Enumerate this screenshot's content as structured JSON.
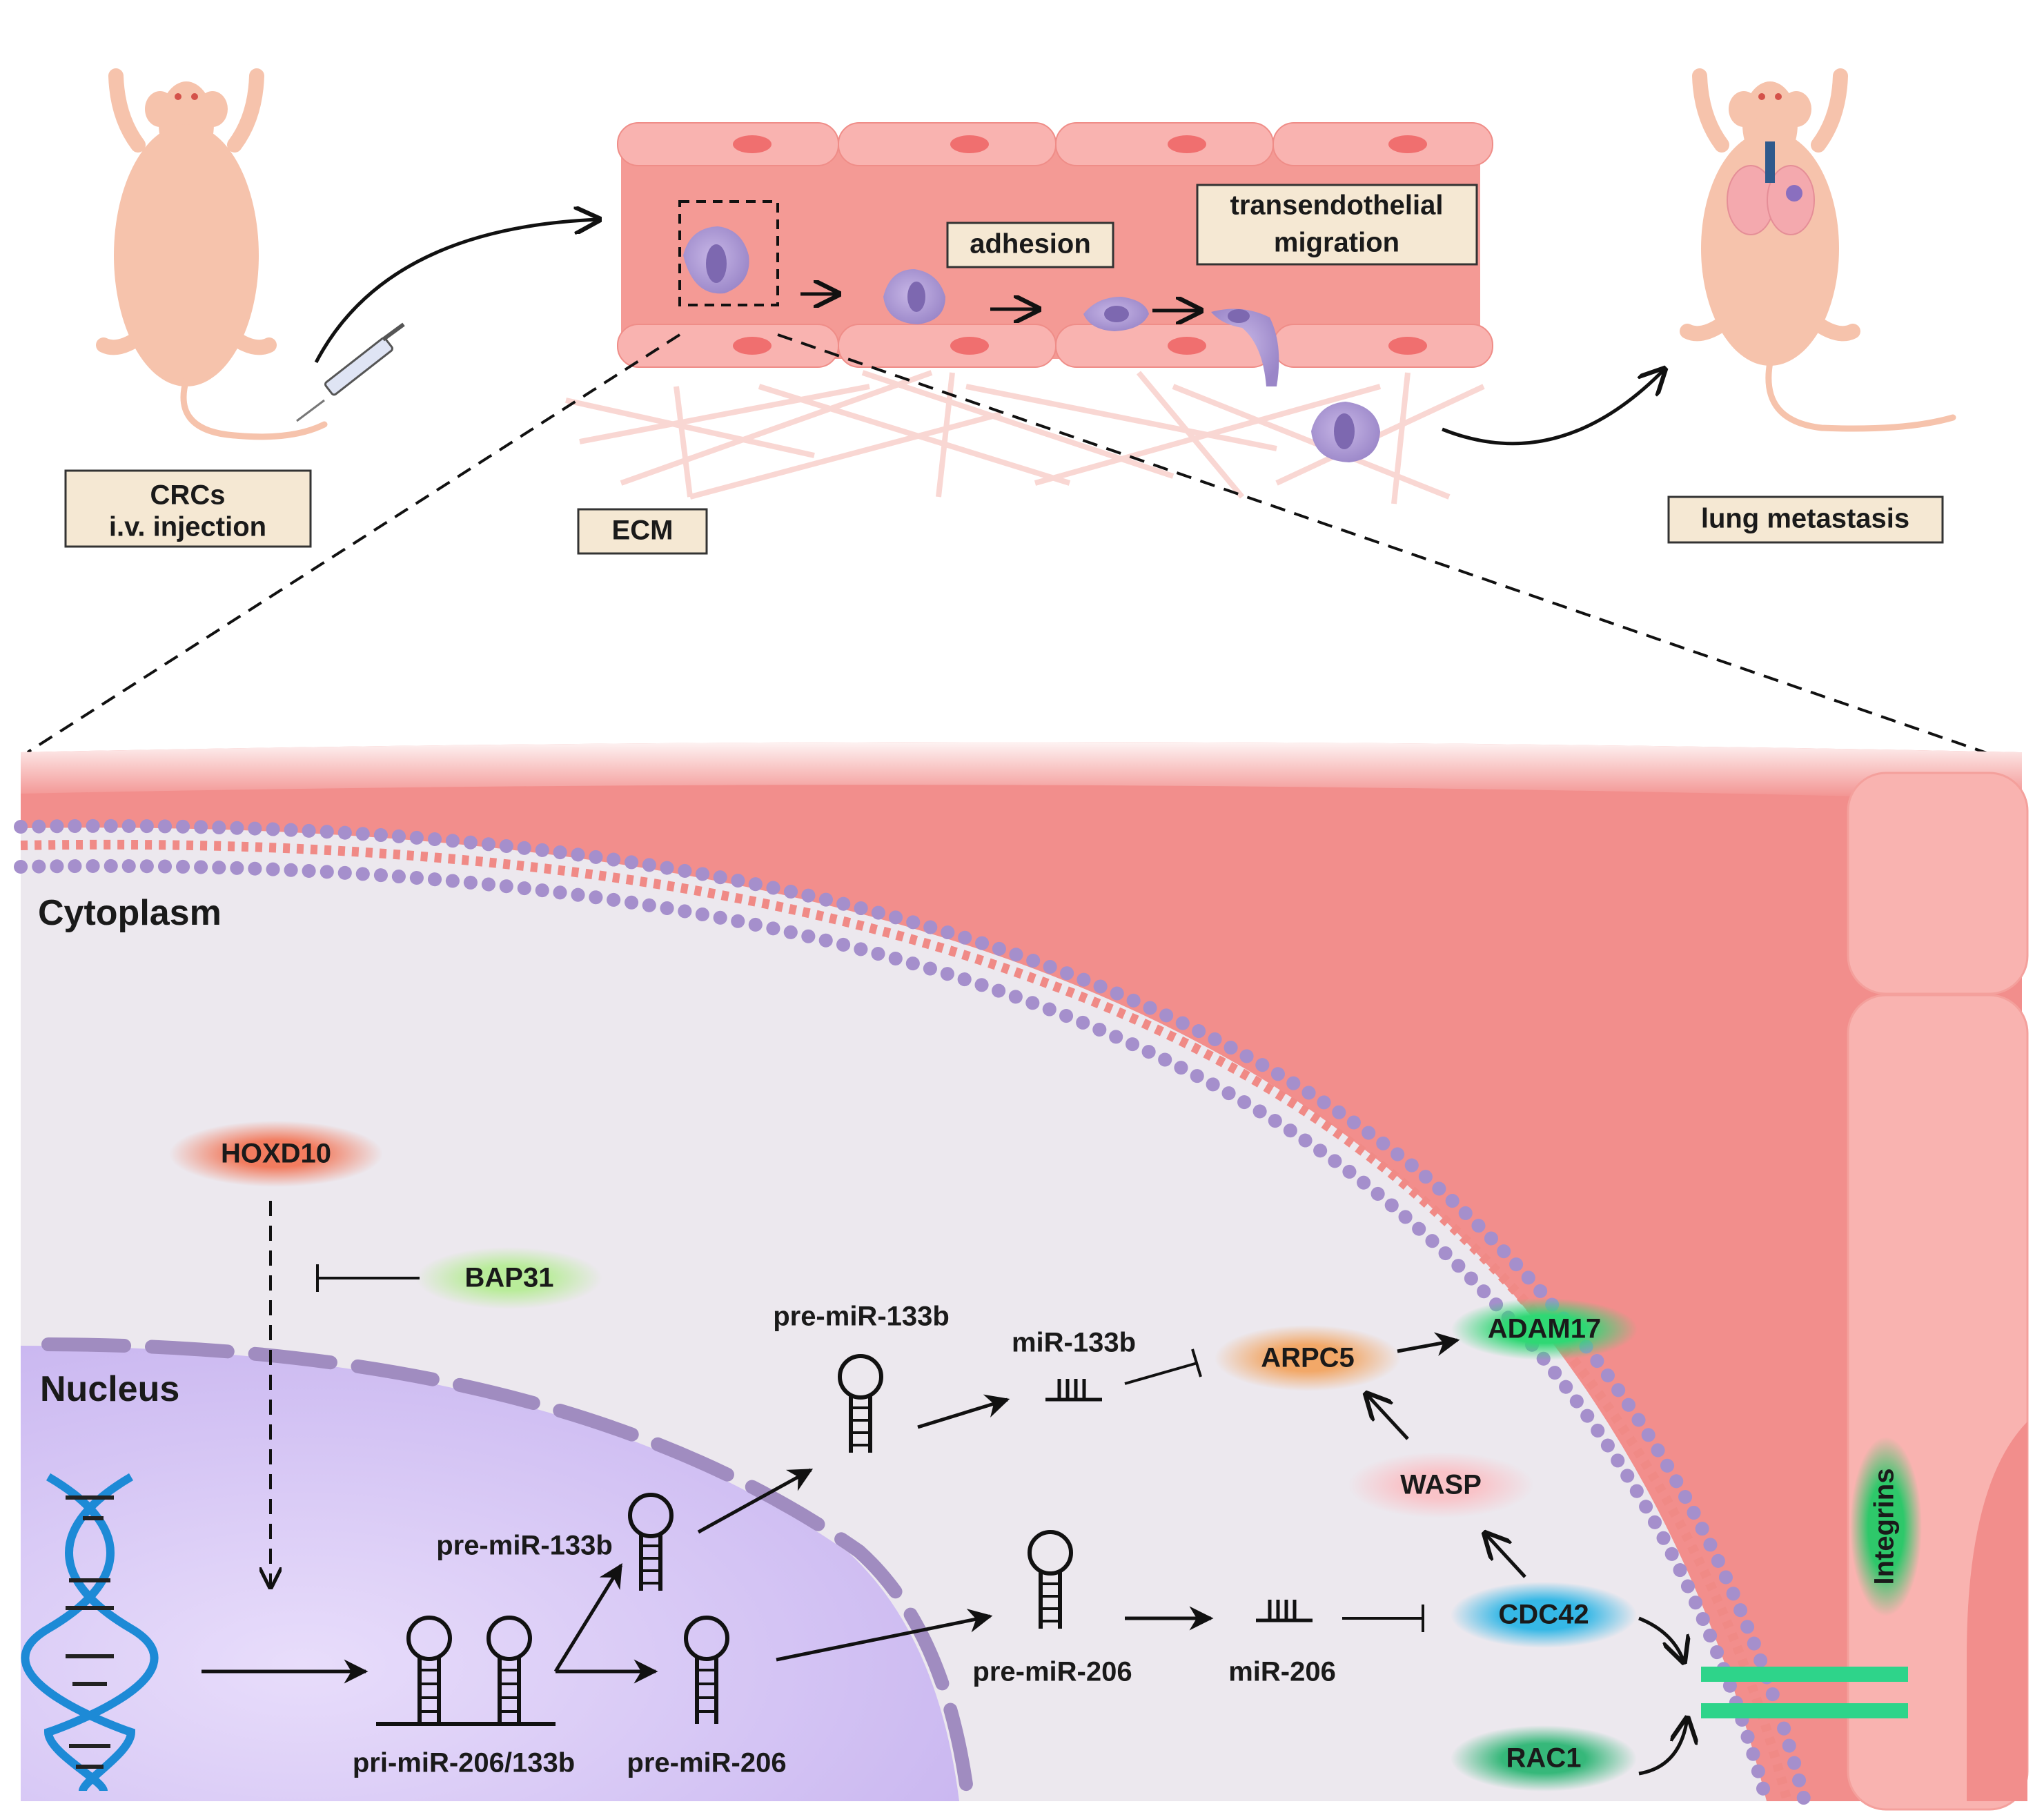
{
  "top_panel": {
    "injection_label_line1": "CRCs",
    "injection_label_line2": "i.v. injection",
    "adhesion_label": "adhesion",
    "transmigration_line1": "transendothelial",
    "transmigration_line2": "migration",
    "ecm_label": "ECM",
    "lung_label": "lung metastasis"
  },
  "cell_panel": {
    "cytoplasm_label": "Cytoplasm",
    "nucleus_label": "Nucleus",
    "integrins_label": "Integrins"
  },
  "nodes": {
    "hoxd10": "HOXD10",
    "bap31": "BAP31",
    "arpc5": "ARPC5",
    "adam17": "ADAM17",
    "wasp": "WASP",
    "cdc42": "CDC42",
    "rac1": "RAC1"
  },
  "rna": {
    "pri": "pri-miR-206/133b",
    "pre206_nuc": "pre-miR-206",
    "pre133b_nuc": "pre-miR-133b",
    "pre133b_cyto": "pre-miR-133b",
    "pre206_cyto": "pre-miR-206",
    "mir133b": "miR-133b",
    "mir206": "miR-206"
  },
  "colors": {
    "vessel": "#f28e8c",
    "vessel_wall": "#f9b3b0",
    "cytoplasm": "#ece8ee",
    "nucleus": "#c9b6f0",
    "membrane_bead": "#a58fcc",
    "membrane_stripe": "#f08a86",
    "label_box": "#f5e8d3",
    "hoxd10": "#f27c5f",
    "bap31": "#b9ec9a",
    "arpc5": "#f2a868",
    "adam17": "#2fd874",
    "wasp": "#f9c3c8",
    "cdc42": "#36b8e6",
    "rac1": "#36b87a",
    "integrins": "#2ec86a",
    "dna": "#1d8ad6"
  }
}
